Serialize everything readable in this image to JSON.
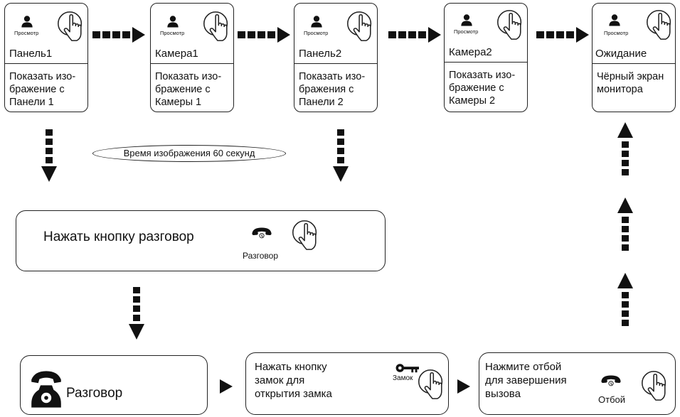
{
  "preview_label": "Просмотр",
  "modes": [
    {
      "id": "panel1",
      "name": "Панель1",
      "desc": "Показать изо-\nбражение с\nПанели 1"
    },
    {
      "id": "camera1",
      "name": "Камера1",
      "desc": "Показать изо-\nбражение с\nКамеры 1"
    },
    {
      "id": "panel2",
      "name": "Панель2",
      "desc": "Показать изо-\nбражения с\nПанели 2"
    },
    {
      "id": "camera2",
      "name": "Камера2",
      "desc": "Показать изо-\nбражение с\nКамеры 2"
    },
    {
      "id": "standby",
      "name": "Ожидание",
      "desc": "Чёрный экран\nмонитора"
    }
  ],
  "timer_note": "Время изображения 60 секунд",
  "talk_prompt": {
    "text": "Нажать кнопку разговор",
    "button_label": "Разговор"
  },
  "talk_state": {
    "text": "Разговор"
  },
  "unlock_step": {
    "text": "Нажать кнопку\nзамок для\nоткрытия замка",
    "button_label": "Замок"
  },
  "hangup_step": {
    "text": "Нажмите отбой\nдля завершения\nвызова",
    "button_label": "Отбой"
  },
  "icons": {
    "preview": "person-icon",
    "press": "finger-press-icon",
    "talk": "phone-handset-icon",
    "lock": "key-icon",
    "hangup": "phone-hangup-icon",
    "telephone": "telephone-icon"
  }
}
